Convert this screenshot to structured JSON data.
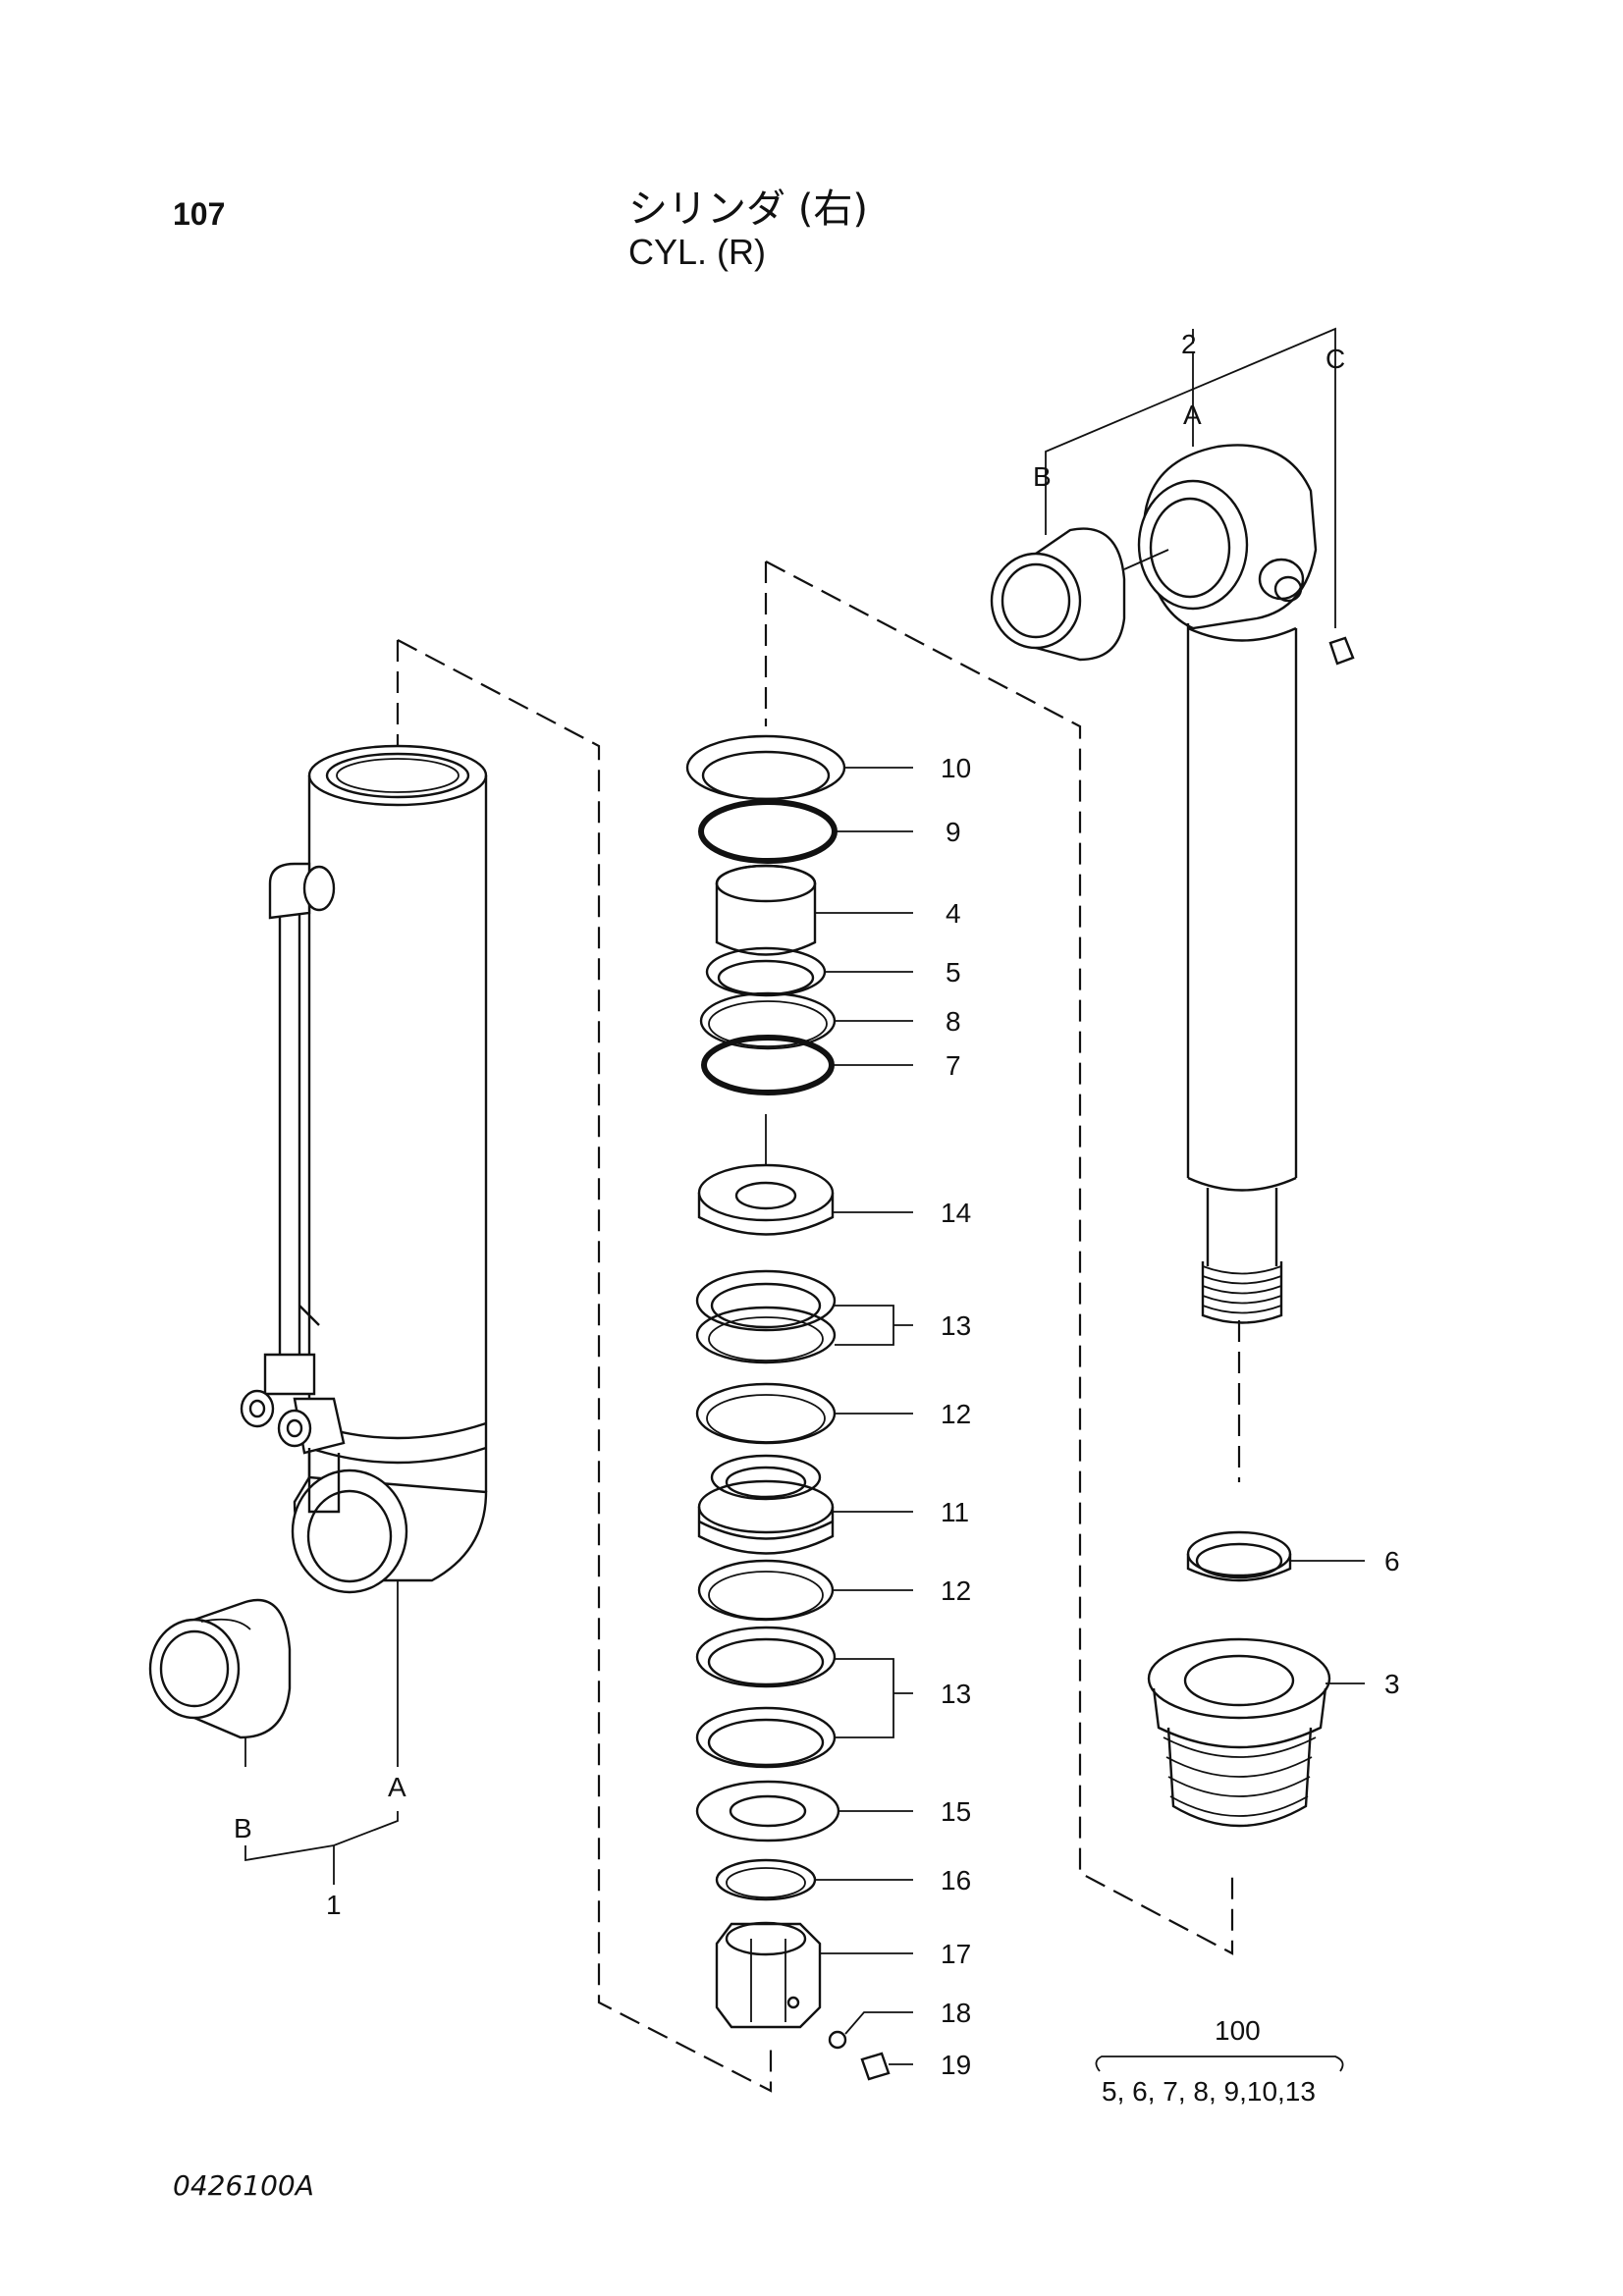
{
  "header": {
    "page_number": "107",
    "title_jp": "シリンダ (右)",
    "title_en": "CYL. (R)"
  },
  "footer": {
    "drawing_code": "0426100A"
  },
  "callouts": {
    "c10": "10",
    "c9": "9",
    "c4": "4",
    "c5": "5",
    "c8": "8",
    "c7": "7",
    "c14": "14",
    "c13a": "13",
    "c12a": "12",
    "c11": "11",
    "c12b": "12",
    "c13b": "13",
    "c15": "15",
    "c16": "16",
    "c17": "17",
    "c18": "18",
    "c19": "19",
    "c6": "6",
    "c3": "3",
    "c2": "2",
    "cC": "C",
    "cA_rod": "A",
    "cB_rod": "B",
    "cA_tube": "A",
    "cB_tube": "B",
    "c1": "1"
  },
  "kit": {
    "number": "100",
    "contents": "5, 6, 7, 8, 9,10,13"
  }
}
